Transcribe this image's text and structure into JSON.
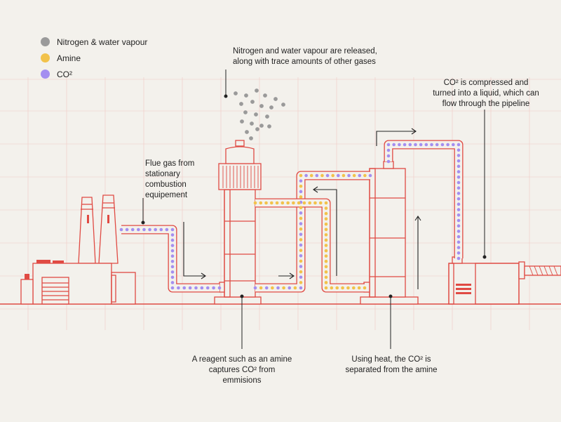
{
  "colors": {
    "background": "#f3f1ec",
    "structure": "#e04a43",
    "grid": "#f1c9c4",
    "nitrogen": "#9a9a9a",
    "amine": "#f2c24a",
    "co2": "#a48ef0",
    "text": "#222222",
    "leader": "#222222"
  },
  "legend": [
    {
      "label": "Nitrogen & water vapour",
      "color": "#9a9a9a"
    },
    {
      "label": "Amine",
      "color": "#f2c24a"
    },
    {
      "label": "CO²",
      "color": "#a48ef0"
    }
  ],
  "annotations": {
    "released": [
      "Nitrogen and water vapour are released,",
      "along with trace amounts of other gases"
    ],
    "flue_gas": [
      "Flue gas from",
      "stationary",
      "combustion",
      "equipement"
    ],
    "compressed": [
      "CO² is compressed and",
      "turned into a liquid, which can",
      "flow through the pipeline"
    ],
    "reagent": [
      "A reagent such as an amine",
      "captures CO² from emmisions"
    ],
    "heat": [
      "Using heat, the CO² is",
      "separated from the amine"
    ]
  }
}
